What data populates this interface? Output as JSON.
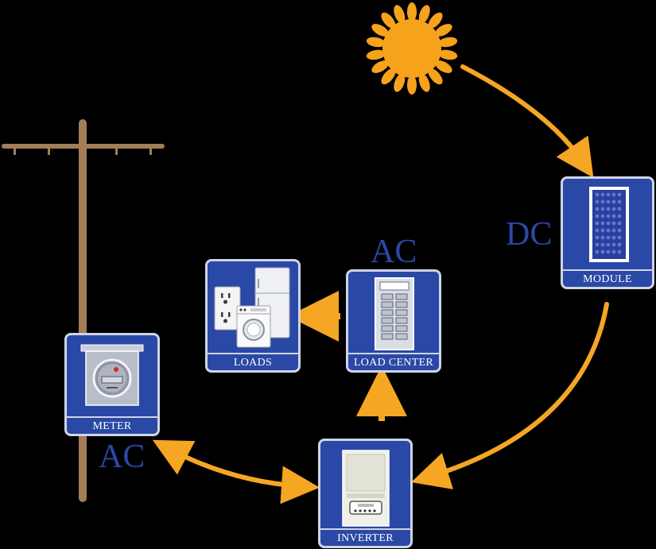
{
  "components": {
    "module": "MODULE",
    "load_center": "LOAD CENTER",
    "loads": "LOADS",
    "meter": "METER",
    "inverter": "INVERTER"
  },
  "current_labels": {
    "module_side": "DC",
    "load_center_side": "AC",
    "meter_side": "AC"
  },
  "colors": {
    "arrow": "#f5a623",
    "box_fill": "#2a48a5",
    "box_border": "#cfd5e6",
    "sun": "#f7a21b",
    "pole": "#a27d58",
    "background": "#000000"
  }
}
